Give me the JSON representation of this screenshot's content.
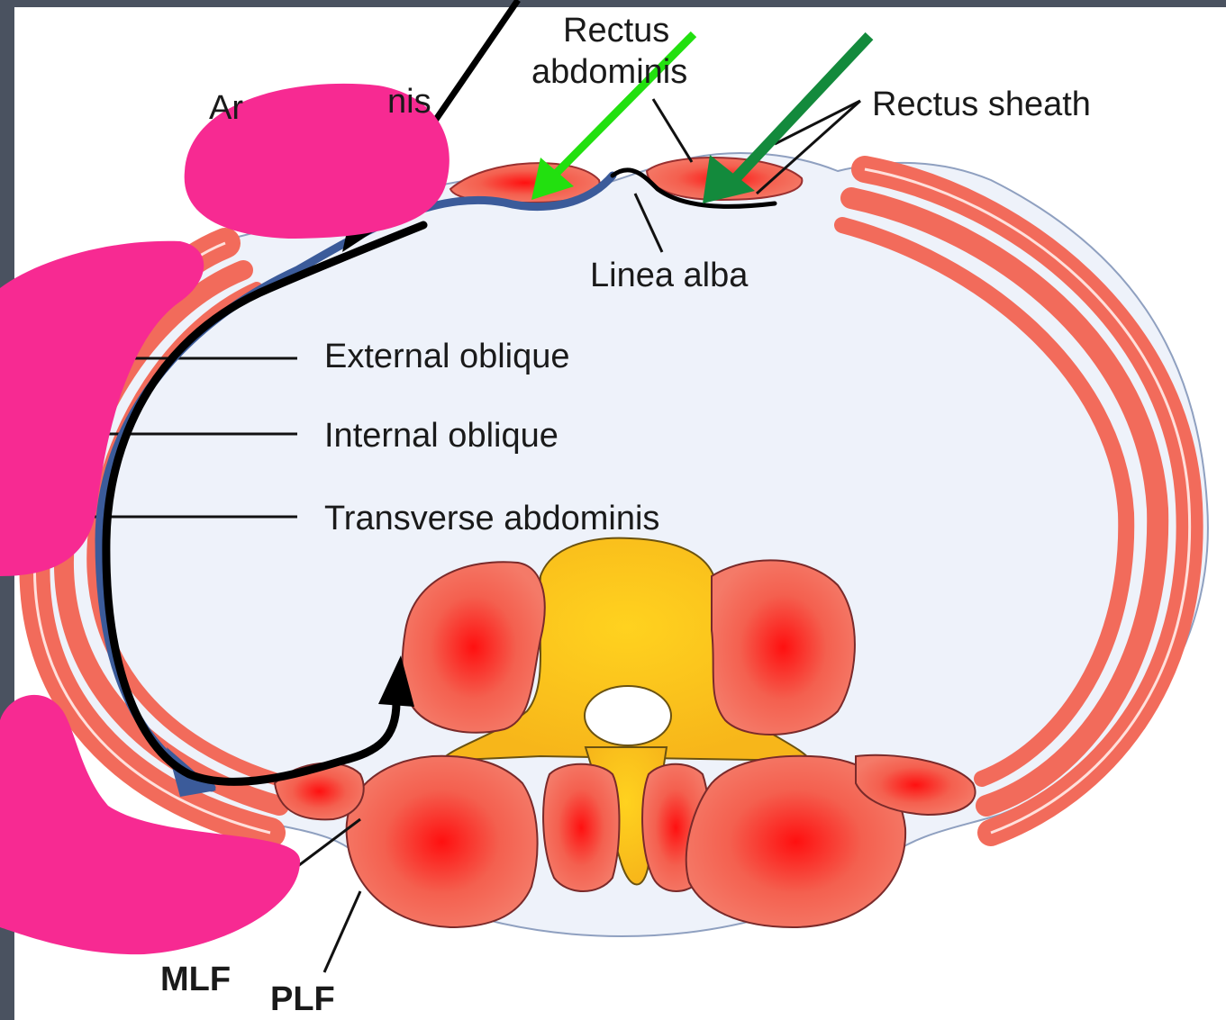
{
  "diagram": {
    "labels": {
      "rectus_line1": "Rectus",
      "rectus_line2": "abdominis",
      "anterior_partial": "Ar",
      "anterior_partial_end": "nis",
      "rectus_sheath": "Rectus sheath",
      "linea_alba": "Linea alba",
      "external_oblique": "External oblique",
      "internal_oblique": "Internal oblique",
      "transverse_abdominis": "Transverse abdominis",
      "mlf": "MLF",
      "plf": "PLF"
    },
    "colors": {
      "muscle": "#f26b5b",
      "muscle_core": "#ff1a1a",
      "bone": "#f7c21f",
      "fascia": "#e8eef8",
      "redaction": "#f72a92",
      "arrow_black": "#000000",
      "arrow_bright_green": "#22e00f",
      "arrow_dark_green": "#138a3c",
      "path_blue": "#3b5b9a",
      "frame": "#4a5260"
    }
  }
}
